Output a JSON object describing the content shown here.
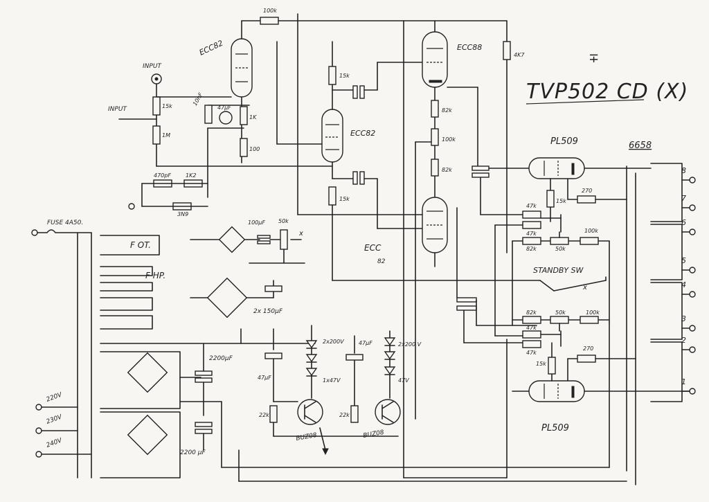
{
  "title": "TVP502 CD (X)",
  "title_mark": "∓",
  "tubes": {
    "v1": "ECC82",
    "v2": "ECC82",
    "v3": "ECC88",
    "v4_line1": "ECC",
    "v4_line2": "82",
    "out_top": "PL509",
    "out_bottom": "PL509",
    "model_note": "6658"
  },
  "labels": {
    "input_jack": "INPUT",
    "input_line": "INPUT",
    "fuse": "FUSE 4A50.",
    "f_ot": "F OT.",
    "f_hp": "F HP.",
    "standby": "STANDBY SW",
    "standby_x": "x",
    "pot_x": "x",
    "mains_220": "220V",
    "mains_230": "230V",
    "mains_240": "240V",
    "transistor_1": "BUZ08",
    "transistor_2": "BUZ08"
  },
  "components": {
    "r_100k_top": "100k",
    "r_15k_in": "15k",
    "r_1m": "1M",
    "c_10nf": "10nF",
    "c_47uf_cath": "47µF",
    "r_1k": "1K",
    "r_100": "100",
    "c_470pf": "470pF",
    "r_1k2": "1K2",
    "c_3n9": "3N9",
    "r_15k_v2": "15k",
    "r_15k_v4": "15k",
    "r_4k7": "4K7",
    "r_82k_a": "82k",
    "r_100k_b": "100k",
    "r_82k_c": "82k",
    "c_100uf": "100µF",
    "pot_50k": "50k",
    "c_2x150uf": "2x 150µF",
    "c_47uf_a": "47µF",
    "z_2x200v": "2x200V",
    "z_1x47v": "1x47V",
    "c_47uf_b": "47µF",
    "z_2x200v_b": "2x200 V",
    "z_47v_b": "47V",
    "r_22k_a": "22k",
    "r_22k_b": "22k",
    "c_220uf_a": "2200µF",
    "c_220uf_b": "2200 µF",
    "r_15k_g1": "15k",
    "r_270_a": "270",
    "r_47k_1": "47k",
    "r_47k_2": "47k",
    "r_82k_bias1": "82k",
    "pot_50k_bias1": "50k",
    "r_100k_bias1": "100k",
    "r_82k_bias2": "82k",
    "pot_50k_bias2": "50k",
    "r_100k_bias2": "100k",
    "r_47k_3": "47k",
    "r_47k_4": "47k",
    "r_15k_g2": "15k",
    "r_270_b": "270"
  },
  "output_taps": [
    "8",
    "7",
    "6",
    "5",
    "4",
    "3",
    "2",
    "1"
  ]
}
